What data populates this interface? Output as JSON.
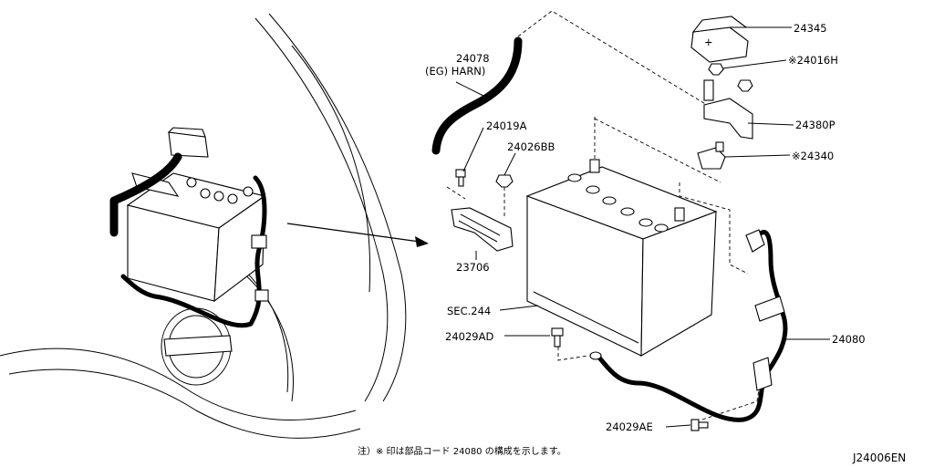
{
  "labels": {
    "harness_code": "24078",
    "harness_name": "(EG) HARN)",
    "bolt_a": "24019A",
    "nut_bb": "24026BB",
    "holder": "23706",
    "battery_section": "SEC.244",
    "bolt_ad": "24029AD",
    "cover": "24345",
    "nut_h": "※24016H",
    "bracket_p": "24380P",
    "terminal": "※24340",
    "cable_assy": "24080",
    "bolt_ae": "24029AE"
  },
  "footnote": "注）※ 印は部品コード 24080 の構成を示します。",
  "diagram_code": "J24006EN"
}
